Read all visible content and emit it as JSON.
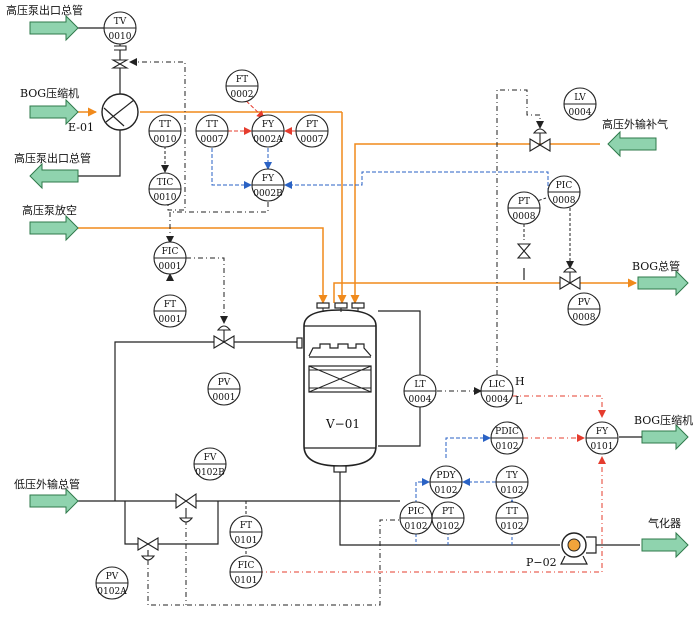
{
  "colors": {
    "process": "#222222",
    "orange": "#f08a1c",
    "red": "#e53c2e",
    "blue": "#2a62c4",
    "arrow_fill": "#8fd3ae",
    "arrow_stroke": "#2f7a4b"
  },
  "labels": {
    "hp_pump_outlet_in": "高压泵出口总管",
    "bog_compressor_in": "BOG压缩机",
    "exchanger_tag": "E-01",
    "hp_pump_outlet_out": "高压泵出口总管",
    "hp_pump_vent": "高压泵放空",
    "hp_export_makeup": "高压外输补气",
    "bog_header": "BOG总管",
    "lp_export_header": "低压外输总管",
    "bog_compressor_out": "BOG压缩机",
    "vaporizer": "气化器",
    "vessel_tag": "V−01",
    "pump_tag": "P−02",
    "lic_high": "H",
    "lic_low": "L"
  },
  "instruments": [
    {
      "id": "tv0010",
      "top": "TV",
      "bottom": "0010"
    },
    {
      "id": "tt0010",
      "top": "TT",
      "bottom": "0010"
    },
    {
      "id": "tic0010",
      "top": "TIC",
      "bottom": "0010"
    },
    {
      "id": "ft0002",
      "top": "FT",
      "bottom": "0002"
    },
    {
      "id": "tt0007",
      "top": "TT",
      "bottom": "0007"
    },
    {
      "id": "fy0002a",
      "top": "FY",
      "bottom": "0002A"
    },
    {
      "id": "pt0007",
      "top": "PT",
      "bottom": "0007"
    },
    {
      "id": "fy0002b",
      "top": "FY",
      "bottom": "0002B"
    },
    {
      "id": "lv0004",
      "top": "LV",
      "bottom": "0004"
    },
    {
      "id": "pic0008",
      "top": "PIC",
      "bottom": "0008"
    },
    {
      "id": "pt0008",
      "top": "PT",
      "bottom": "0008"
    },
    {
      "id": "pv0008",
      "top": "PV",
      "bottom": "0008"
    },
    {
      "id": "fic0001",
      "top": "FIC",
      "bottom": "0001"
    },
    {
      "id": "ft0001",
      "top": "FT",
      "bottom": "0001"
    },
    {
      "id": "pv0001",
      "top": "PV",
      "bottom": "0001"
    },
    {
      "id": "lt0004",
      "top": "LT",
      "bottom": "0004"
    },
    {
      "id": "lic0004",
      "top": "LIC",
      "bottom": "0004"
    },
    {
      "id": "pdic0102",
      "top": "PDIC",
      "bottom": "0102"
    },
    {
      "id": "fy0101",
      "top": "FY",
      "bottom": "0101"
    },
    {
      "id": "pdy0102",
      "top": "PDY",
      "bottom": "0102"
    },
    {
      "id": "ty0102",
      "top": "TY",
      "bottom": "0102"
    },
    {
      "id": "pic0102",
      "top": "PIC",
      "bottom": "0102"
    },
    {
      "id": "pt0102",
      "top": "PT",
      "bottom": "0102"
    },
    {
      "id": "tt0102",
      "top": "TT",
      "bottom": "0102"
    },
    {
      "id": "fv0102b",
      "top": "FV",
      "bottom": "0102B"
    },
    {
      "id": "ft0101",
      "top": "FT",
      "bottom": "0101"
    },
    {
      "id": "fic0101",
      "top": "FIC",
      "bottom": "0101"
    },
    {
      "id": "pv0102a",
      "top": "PV",
      "bottom": "0102A"
    }
  ]
}
